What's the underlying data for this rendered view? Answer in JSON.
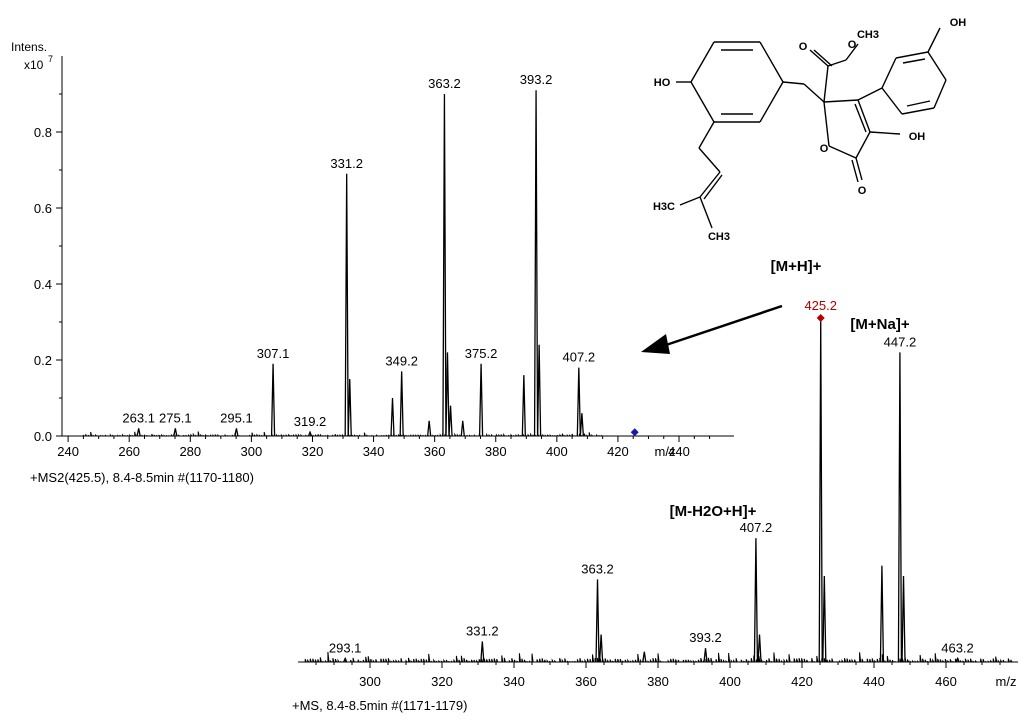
{
  "chart_data": [
    {
      "type": "line",
      "title": "",
      "xlabel": "m/z",
      "ylabel": "Intens.",
      "y_multiplier": "x10",
      "y_exponent": "7",
      "xlim": [
        238,
        458
      ],
      "ylim": [
        0,
        1.0
      ],
      "x_ticks": [
        "240",
        "260",
        "280",
        "300",
        "320",
        "340",
        "360",
        "380",
        "400",
        "420",
        "440"
      ],
      "y_ticks": [
        "0.0",
        "0.2",
        "0.4",
        "0.6",
        "0.8"
      ],
      "grid": false,
      "footer": "+MS2(425.5), 8.4-8.5min #(1170-1180)",
      "precursor_marker": {
        "x": 425.5,
        "y": 0.01
      },
      "peaks": [
        {
          "x": 263.1,
          "y": 0.02,
          "label": "263.1"
        },
        {
          "x": 275.1,
          "y": 0.02,
          "label": "275.1"
        },
        {
          "x": 295.1,
          "y": 0.02,
          "label": "295.1"
        },
        {
          "x": 307.1,
          "y": 0.19,
          "label": "307.1"
        },
        {
          "x": 319.2,
          "y": 0.01,
          "label": "319.2"
        },
        {
          "x": 331.2,
          "y": 0.69,
          "label": "331.2"
        },
        {
          "x": 332.2,
          "y": 0.15,
          "label": ""
        },
        {
          "x": 346.2,
          "y": 0.1,
          "label": ""
        },
        {
          "x": 349.2,
          "y": 0.17,
          "label": "349.2"
        },
        {
          "x": 358.2,
          "y": 0.04,
          "label": ""
        },
        {
          "x": 363.2,
          "y": 0.9,
          "label": "363.2"
        },
        {
          "x": 364.2,
          "y": 0.22,
          "label": ""
        },
        {
          "x": 365.2,
          "y": 0.08,
          "label": ""
        },
        {
          "x": 369.2,
          "y": 0.04,
          "label": ""
        },
        {
          "x": 375.2,
          "y": 0.19,
          "label": "375.2"
        },
        {
          "x": 389.2,
          "y": 0.16,
          "label": ""
        },
        {
          "x": 393.2,
          "y": 0.91,
          "label": "393.2"
        },
        {
          "x": 394.2,
          "y": 0.24,
          "label": ""
        },
        {
          "x": 407.2,
          "y": 0.18,
          "label": "407.2"
        },
        {
          "x": 408.2,
          "y": 0.06,
          "label": ""
        }
      ]
    },
    {
      "type": "line",
      "title": "",
      "xlabel": "m/z",
      "ylabel": "",
      "xlim": [
        280,
        480
      ],
      "ylim": [
        0,
        1.0
      ],
      "x_ticks": [
        "300",
        "320",
        "340",
        "360",
        "380",
        "400",
        "420",
        "440",
        "460"
      ],
      "grid": false,
      "footer": "+MS, 8.4-8.5min #(1171-1179)",
      "peaks": [
        {
          "x": 293.1,
          "y": 0.01,
          "label": "293.1"
        },
        {
          "x": 331.2,
          "y": 0.06,
          "label": "331.2"
        },
        {
          "x": 363.2,
          "y": 0.24,
          "label": "363.2"
        },
        {
          "x": 364.2,
          "y": 0.08,
          "label": ""
        },
        {
          "x": 376.2,
          "y": 0.03,
          "label": ""
        },
        {
          "x": 393.2,
          "y": 0.04,
          "label": "393.2"
        },
        {
          "x": 407.2,
          "y": 0.36,
          "label": "407.2"
        },
        {
          "x": 408.2,
          "y": 0.08,
          "label": ""
        },
        {
          "x": 425.2,
          "y": 1.0,
          "label": "425.2"
        },
        {
          "x": 426.2,
          "y": 0.25,
          "label": ""
        },
        {
          "x": 442.2,
          "y": 0.28,
          "label": ""
        },
        {
          "x": 447.2,
          "y": 0.9,
          "label": "447.2"
        },
        {
          "x": 448.2,
          "y": 0.25,
          "label": ""
        },
        {
          "x": 463.2,
          "y": 0.01,
          "label": "463.2"
        }
      ],
      "annotations": [
        "[M+H]+",
        "[M+Na]+",
        "[M-H2O+H]+"
      ],
      "highlight_color": "#b00000",
      "marker_color": "#1a1aa8"
    }
  ],
  "structure": {
    "atom_labels": [
      "HO",
      "OH",
      "OH",
      "O",
      "O",
      "O",
      "O",
      "H3C",
      "CH3",
      "CH3"
    ]
  }
}
